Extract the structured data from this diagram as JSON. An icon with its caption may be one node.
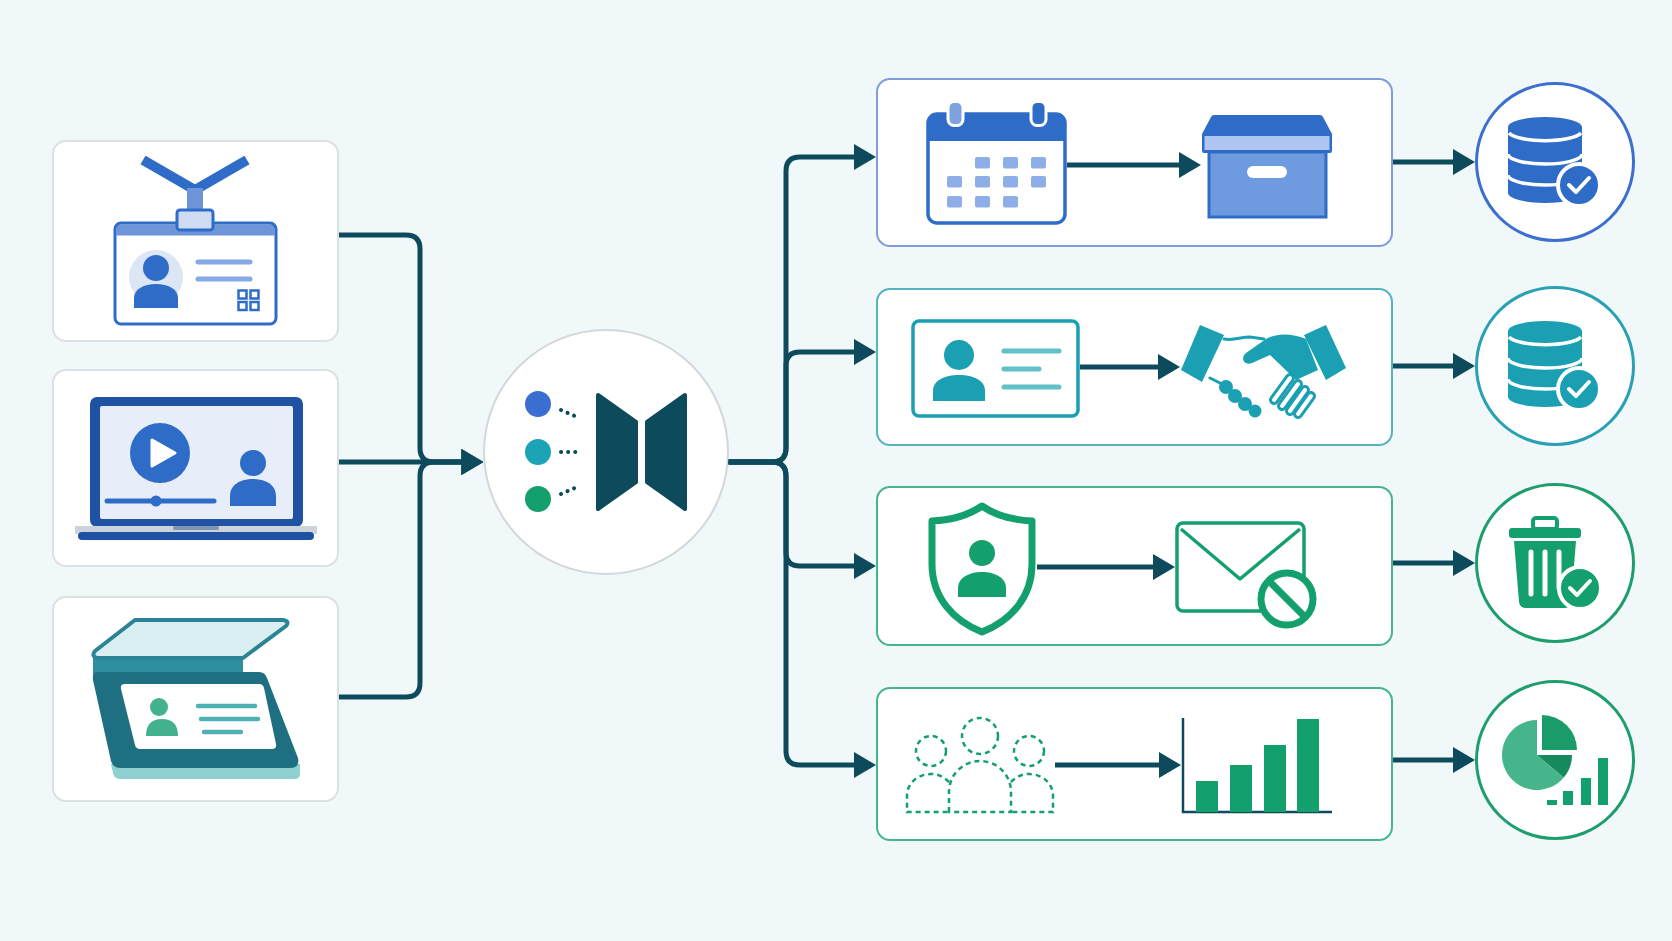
{
  "diagram": {
    "nodes": [
      {
        "text": [],
        "shape": "box"
      },
      {
        "text": [],
        "shape": "box"
      },
      {
        "text": [],
        "shape": "box"
      },
      {
        "text": [],
        "shape": "circle"
      },
      {
        "text": [],
        "shape": "box"
      },
      {
        "text": [],
        "shape": "picture",
        "in": 4
      },
      {
        "text": [],
        "shape": "picture",
        "in": 4
      },
      {
        "text": [],
        "shape": "box"
      },
      {
        "text": [],
        "shape": "picture",
        "in": 7
      },
      {
        "text": [],
        "shape": "picture",
        "in": 7
      },
      {
        "text": [],
        "shape": "box"
      },
      {
        "text": [],
        "shape": "picture",
        "in": 10
      },
      {
        "text": [],
        "shape": "picture",
        "in": 10
      },
      {
        "text": [],
        "shape": "box"
      },
      {
        "text": [],
        "shape": "picture",
        "in": 13
      },
      {
        "text": [],
        "shape": "picture",
        "in": 13
      },
      {
        "text": [],
        "shape": "circle"
      },
      {
        "text": [],
        "shape": "circle"
      },
      {
        "text": [],
        "shape": "circle"
      },
      {
        "text": [],
        "shape": "circle"
      }
    ],
    "edges": [
      {
        "from": 0,
        "to": 3,
        "arrow": "to"
      },
      {
        "from": 1,
        "to": 3,
        "arrow": "to"
      },
      {
        "from": 2,
        "to": 3,
        "arrow": "to"
      },
      {
        "from": 3,
        "to": 4,
        "arrow": "to"
      },
      {
        "from": 3,
        "to": 7,
        "arrow": "to"
      },
      {
        "from": 3,
        "to": 10,
        "arrow": "to"
      },
      {
        "from": 3,
        "to": 13,
        "arrow": "to"
      },
      {
        "from": 5,
        "to": 6,
        "arrow": "to"
      },
      {
        "from": 4,
        "to": 16,
        "arrow": "to"
      },
      {
        "from": 8,
        "to": 9,
        "arrow": "to"
      },
      {
        "from": 7,
        "to": 17,
        "arrow": "to"
      },
      {
        "from": 11,
        "to": 12,
        "arrow": "to"
      },
      {
        "from": 10,
        "to": 18,
        "arrow": "to"
      },
      {
        "from": 14,
        "to": 15,
        "arrow": "to"
      },
      {
        "from": 13,
        "to": 19,
        "arrow": "to"
      }
    ]
  }
}
